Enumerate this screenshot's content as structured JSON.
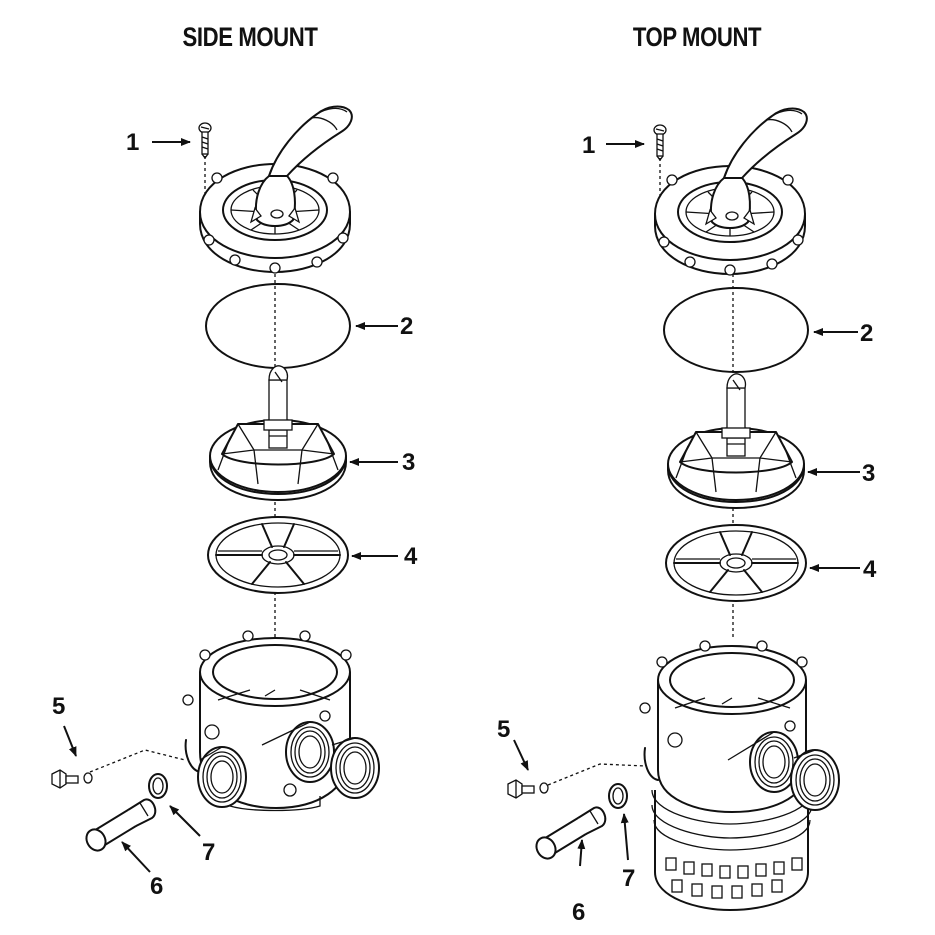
{
  "titles": {
    "left": "SIDE MOUNT",
    "right": "TOP MOUNT"
  },
  "callouts": {
    "left": [
      "1",
      "2",
      "3",
      "4",
      "5",
      "6",
      "7"
    ],
    "right": [
      "1",
      "2",
      "3",
      "4",
      "5",
      "6",
      "7"
    ]
  }
}
